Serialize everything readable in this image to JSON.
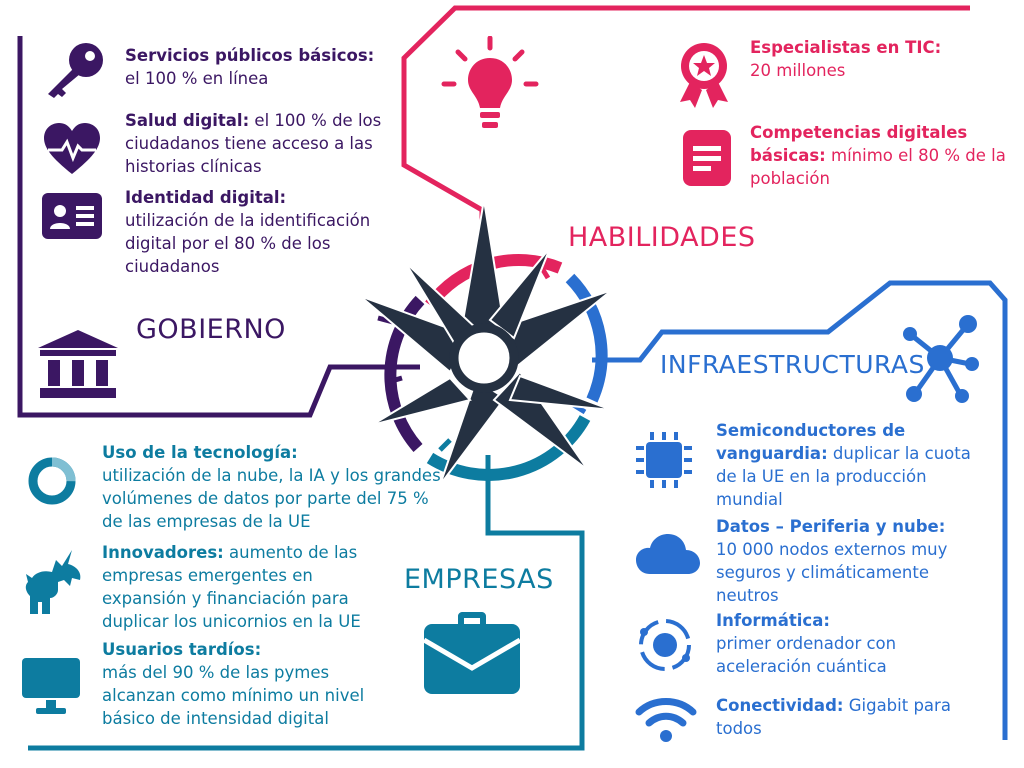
{
  "gobierno": {
    "title": "GOBIERNO",
    "color": "#3b1763",
    "items": [
      {
        "bold": "Servicios públicos básicos:",
        "text": " el 100 % en línea",
        "icon": "key-icon"
      },
      {
        "bold": "Salud digital:",
        "text": " el 100 % de los ciudadanos tiene acceso a las historias clínicas",
        "icon": "heart-pulse-icon"
      },
      {
        "bold": "Identidad digital:",
        "text": " utilización de la identificación digital por el 80 % de los ciudadanos",
        "icon": "id-card-icon"
      }
    ],
    "section_icon": "government-building-icon"
  },
  "habilidades": {
    "title": "HABILIDADES",
    "color": "#e3245e",
    "items": [
      {
        "bold": "Especialistas en TIC:",
        "text": " 20 millones",
        "icon": "award-badge-icon"
      },
      {
        "bold": "Competencias digitales básicas:",
        "text": " mínimo el 80 % de la población",
        "icon": "document-icon"
      }
    ],
    "section_icon": "lightbulb-icon"
  },
  "infraestructuras": {
    "title": "INFRAESTRUCTURAS",
    "color": "#2a6fd0",
    "items": [
      {
        "bold": "Semiconductores de vanguardia:",
        "text": " duplicar la cuota de la UE en la producción mundial",
        "icon": "chip-icon"
      },
      {
        "bold": "Datos – Periferia y nube:",
        "text": " 10 000 nodos externos muy seguros y climáticamente neutros",
        "icon": "cloud-icon"
      },
      {
        "bold": "Informática:",
        "text": " primer ordenador con aceleración cuántica",
        "icon": "atom-icon"
      },
      {
        "bold": "Conectividad:",
        "text": " Gigabit para todos",
        "icon": "wifi-icon"
      }
    ],
    "section_icon": "network-icon"
  },
  "empresas": {
    "title": "EMPRESAS",
    "color": "#0d7ca0",
    "items": [
      {
        "bold": "Uso de la tecnología:",
        "text": " utilización de la nube, la IA y los grandes volúmenes de datos por parte del 75 % de las empresas de la UE",
        "icon": "ring-chart-icon"
      },
      {
        "bold": "Innovadores:",
        "text": " aumento de las empresas emergentes en expansión y financiación para duplicar los unicornios en la UE",
        "icon": "unicorn-icon"
      },
      {
        "bold": "Usuarios tardíos:",
        "text": " más del 90 % de las pymes alcanzan como mínimo un nivel básico de intensidad digital",
        "icon": "monitor-icon"
      }
    ],
    "section_icon": "briefcase-icon"
  },
  "center_icon": "compass-rose-icon",
  "compass_color": "#253142"
}
